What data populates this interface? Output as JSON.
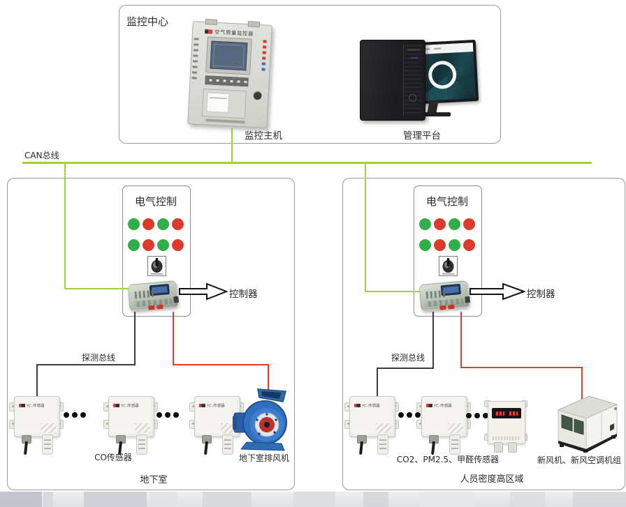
{
  "monitoring_center": {
    "title": "监控中心",
    "host_label": "监控主机",
    "platform_label": "管理平台",
    "host_device_title": "空气质量监控器"
  },
  "can_bus_label": "CAN总线",
  "sensor_device_text": "YC-传感器",
  "lights_pattern": [
    "green",
    "red",
    "green",
    "red",
    "green",
    "red",
    "green",
    "red"
  ],
  "zones": [
    {
      "panel_title": "电气控制",
      "controller_label": "控制器",
      "detect_bus_label": "探测总线",
      "sensors_label": "CO传感器",
      "actuator_label": "地下室排风机",
      "area_label": "地下室"
    },
    {
      "panel_title": "电气控制",
      "controller_label": "控制器",
      "detect_bus_label": "探测总线",
      "sensors_label": "CO2、PM2.5、甲醛传感器",
      "actuator_label": "新风机、新风空调机组",
      "area_label": "人员密度高区域"
    }
  ],
  "colors": {
    "bus_green": "#a3d13c",
    "wire_black": "#3b3b3b",
    "wire_red": "#e8382c",
    "indicator_green": "#2fae4a",
    "indicator_red": "#dd3a2e"
  }
}
